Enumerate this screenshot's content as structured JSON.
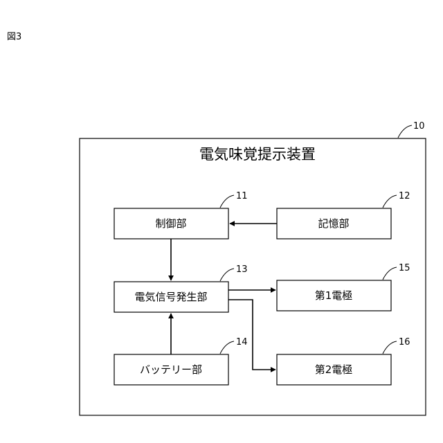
{
  "figure_label": "図3",
  "device": {
    "title": "電気味覚提示装置",
    "ref": "10"
  },
  "blocks": {
    "control": {
      "label": "制御部",
      "ref": "11"
    },
    "memory": {
      "label": "記憶部",
      "ref": "12"
    },
    "signal_gen": {
      "label": "電気信号発生部",
      "ref": "13"
    },
    "battery": {
      "label": "バッテリー部",
      "ref": "14"
    },
    "electrode1": {
      "label": "第1電極",
      "ref": "15"
    },
    "electrode2": {
      "label": "第2電極",
      "ref": "16"
    }
  }
}
